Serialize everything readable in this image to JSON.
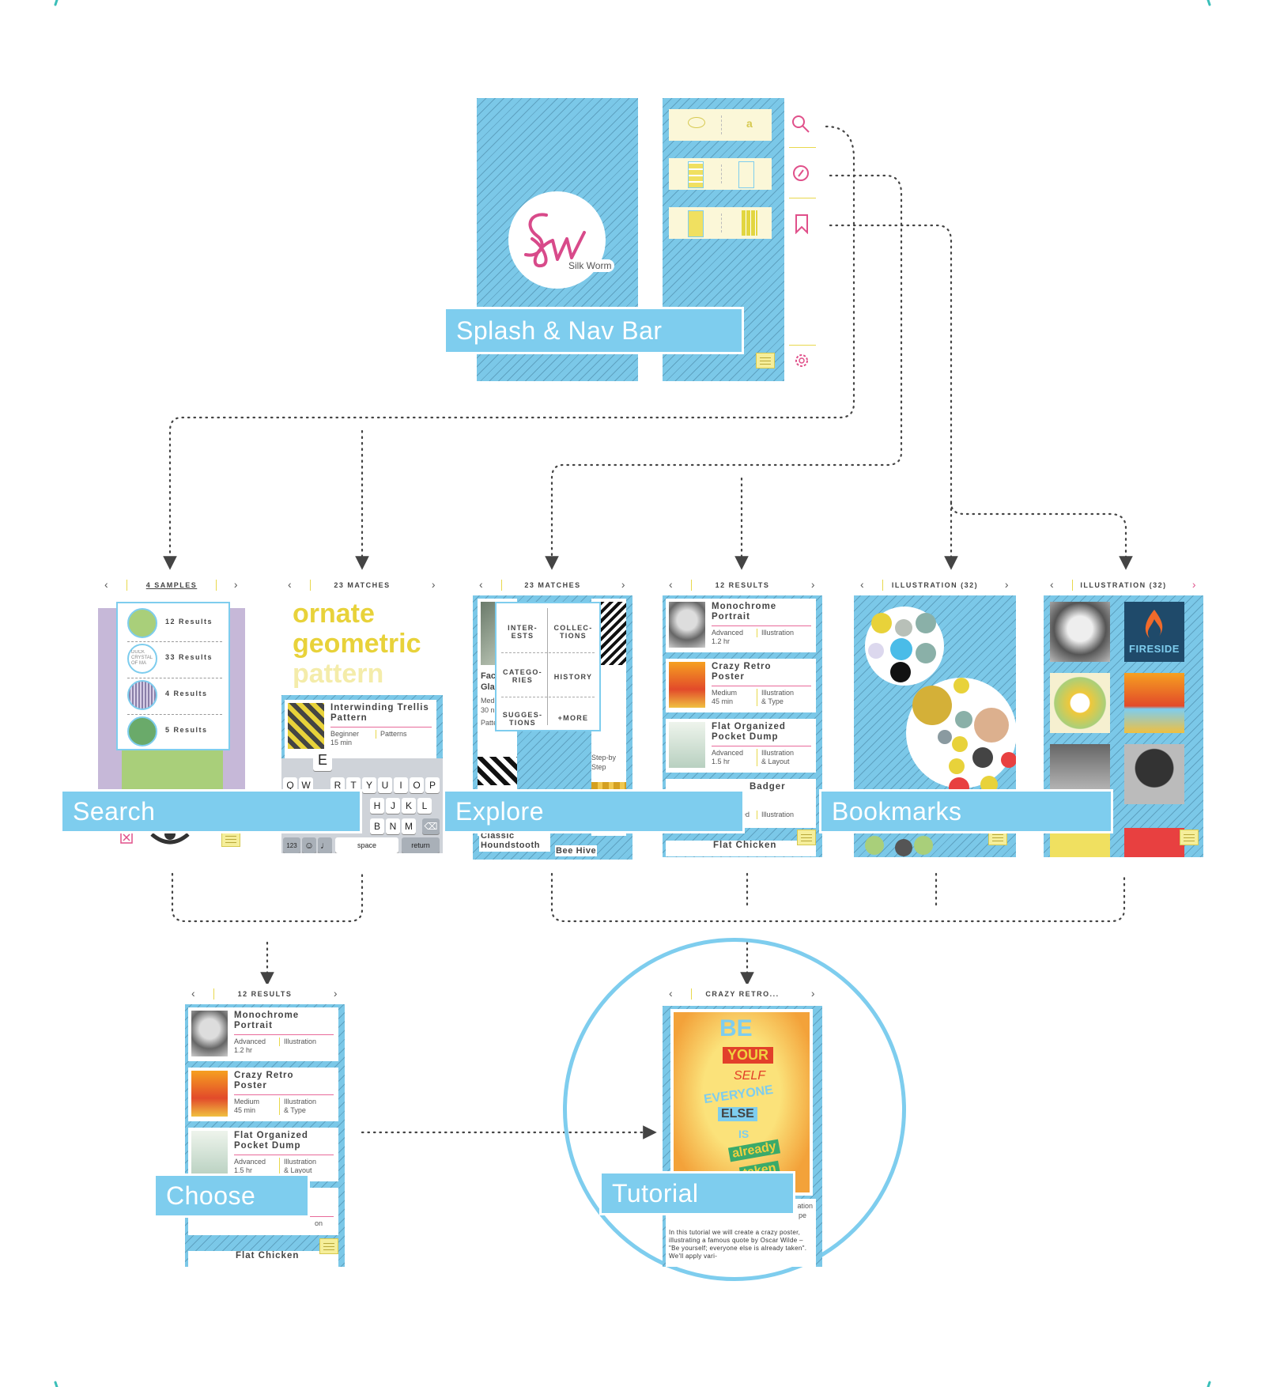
{
  "labels": {
    "splash": "Splash & Nav Bar",
    "search": "Search",
    "explore": "Explore",
    "bookmarks": "Bookmarks",
    "choose": "Choose",
    "tutorial": "Tutorial"
  },
  "splash": {
    "brand": "Silk Worm"
  },
  "nav": {
    "toggle_letter": "a"
  },
  "search_screen": {
    "header": "4 SAMPLES",
    "results": [
      "12 Results",
      "33 Results",
      "4 Results",
      "5 Results"
    ],
    "circle_text": "DUCK CRYSTAL OF MA"
  },
  "keyboard_screen": {
    "header": "23 MATCHES",
    "query_words": [
      "ornate",
      "geometric",
      "pattern"
    ],
    "card_title": "Interwinding Trellis Pattern",
    "card_level": "Beginner",
    "card_time": "15 min",
    "card_cat": "Patterns",
    "popup_key": "E",
    "rows": [
      [
        "Q",
        "W",
        "",
        "R",
        "T",
        "Y",
        "U",
        "I",
        "O",
        "P"
      ],
      [
        "",
        "",
        "",
        "H",
        "J",
        "K",
        "L"
      ],
      [
        "",
        "",
        "B",
        "N",
        "M"
      ]
    ],
    "bottom": [
      "123",
      "space",
      "return"
    ]
  },
  "explore_screen": {
    "header": "23 MATCHES",
    "menu": [
      "INTER-ESTS",
      "COLLEC-TIONS",
      "CATEGO-RIES",
      "HISTORY",
      "SUGGES-TIONS",
      "+MORE"
    ],
    "frag_left": [
      "Fac",
      "Gla",
      "Med",
      "30 n",
      "Patte"
    ],
    "frag_right": [
      "y",
      "Step-by",
      "Step"
    ],
    "bottom_items": [
      "Classic Houndstooth",
      "Bee Hive"
    ]
  },
  "results_screen": {
    "header": "12 RESULTS",
    "items": [
      {
        "title": "Monochrome Portrait",
        "level": "Advanced",
        "time": "1.2 hr",
        "cat": "Illustration",
        "cat2": ""
      },
      {
        "title": "Crazy Retro Poster",
        "level": "Medium",
        "time": "45 min",
        "cat": "Illustration",
        "cat2": "& Type"
      },
      {
        "title": "Flat Organized Pocket Dump",
        "level": "Advanced",
        "time": "1.5 hr",
        "cat": "Illustration",
        "cat2": "& Layout"
      }
    ],
    "partial_title": "Badger",
    "partial_cat": "Illustration",
    "partial_frag": "ed",
    "last_title": "Flat Chicken"
  },
  "bookmarks_screen": {
    "header": "ILLUSTRATION (32)"
  },
  "grid_screen": {
    "header": "ILLUSTRATION (32)",
    "tile_text": "FIRESIDE"
  },
  "choose_screen": {
    "header": "12 RESULTS",
    "partial_frag": "on",
    "last_title": "Flat Chicken"
  },
  "tutorial_screen": {
    "header": "CRAZY RETRO...",
    "poster_words": [
      "BE",
      "YOUR",
      "SELF",
      "EVERYONE",
      "ELSE",
      "IS",
      "already",
      "taken"
    ],
    "side_frag": [
      "ation",
      "pe"
    ],
    "body": "In this tutorial we will create a crazy poster, illustrating a famous quote by Oscar Wilde – \"Be yourself; everyone else is already taken\". We'll apply vari-"
  },
  "colors": {
    "blue": "#7ecdee",
    "stripe": "#7bc8e8",
    "pink": "#e0508a",
    "yellow": "#e8d84c"
  }
}
